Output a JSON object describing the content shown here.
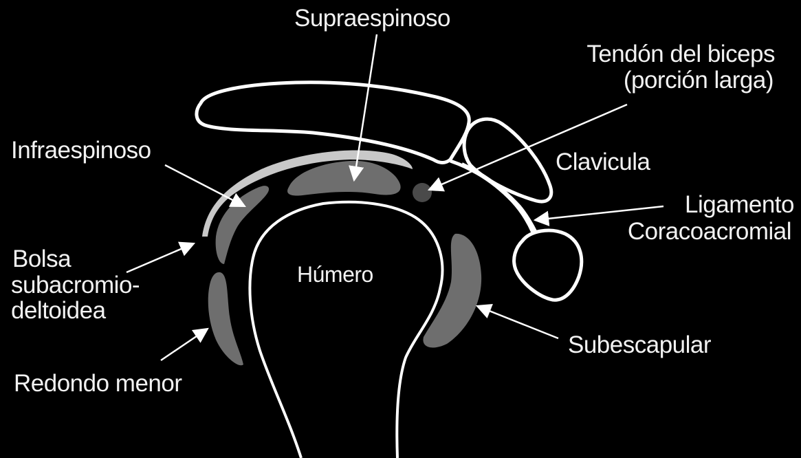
{
  "labels": {
    "supraespinoso": "Supraespinoso",
    "tendon_biceps_line1": "Tendón del biceps",
    "tendon_biceps_line2": "(porción larga)",
    "infraespinoso": "Infraespinoso",
    "clavicula": "Clavicula",
    "ligamento_line1": "Ligamento",
    "ligamento_line2": "Coracoacromial",
    "bolsa_line1": "Bolsa",
    "bolsa_line2": "subacromio-",
    "bolsa_line3": "deltoidea",
    "humero": "Húmero",
    "subescapular": "Subescapular",
    "redondo_menor": "Redondo menor"
  },
  "colors": {
    "background": "#000000",
    "outline": "#ffffff",
    "muscle": "#6e6e6e",
    "bursa": "#c8c8c8",
    "text": "#f2f2f2"
  }
}
